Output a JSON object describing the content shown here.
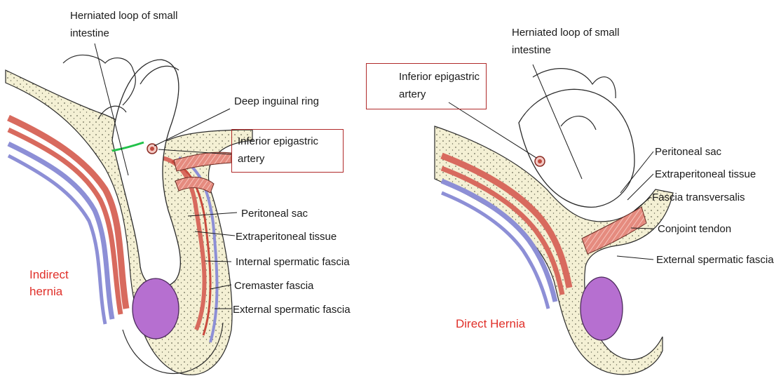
{
  "left_panel": {
    "title": "Indirect hernia",
    "labels": {
      "herniated_loop": "Herniated loop of small intestine",
      "deep_inguinal_ring": "Deep inguinal ring",
      "inferior_epigastric_artery": "Inferior epigastric artery",
      "peritoneal_sac": "Peritoneal sac",
      "extraperitoneal_tissue": "Extraperitoneal tissue",
      "internal_spermatic_fascia": "Internal spermatic fascia",
      "cremaster_fascia": "Cremaster fascia",
      "external_spermatic_fascia": "External spermatic fascia"
    }
  },
  "right_panel": {
    "title": "Direct Hernia",
    "labels": {
      "herniated_loop": "Herniated loop of small intestine",
      "inferior_epigastric_artery": "Inferior epigastric artery",
      "peritoneal_sac": "Peritoneal sac",
      "extraperitoneal_tissue": "Extraperitoneal tissue",
      "fascia_transversalis": "Fascia transversalis",
      "conjoint_tendon": "Conjoint tendon",
      "external_spermatic_fascia": "External spermatic fascia"
    }
  },
  "colors": {
    "title_red": "#e0302a",
    "box_border": "#b02a2a",
    "muscle_red": "#d86a5e",
    "fascia_blue": "#8d8fd6",
    "tissue_fill": "#f4f0d4",
    "testis_purple": "#b66fd0"
  }
}
